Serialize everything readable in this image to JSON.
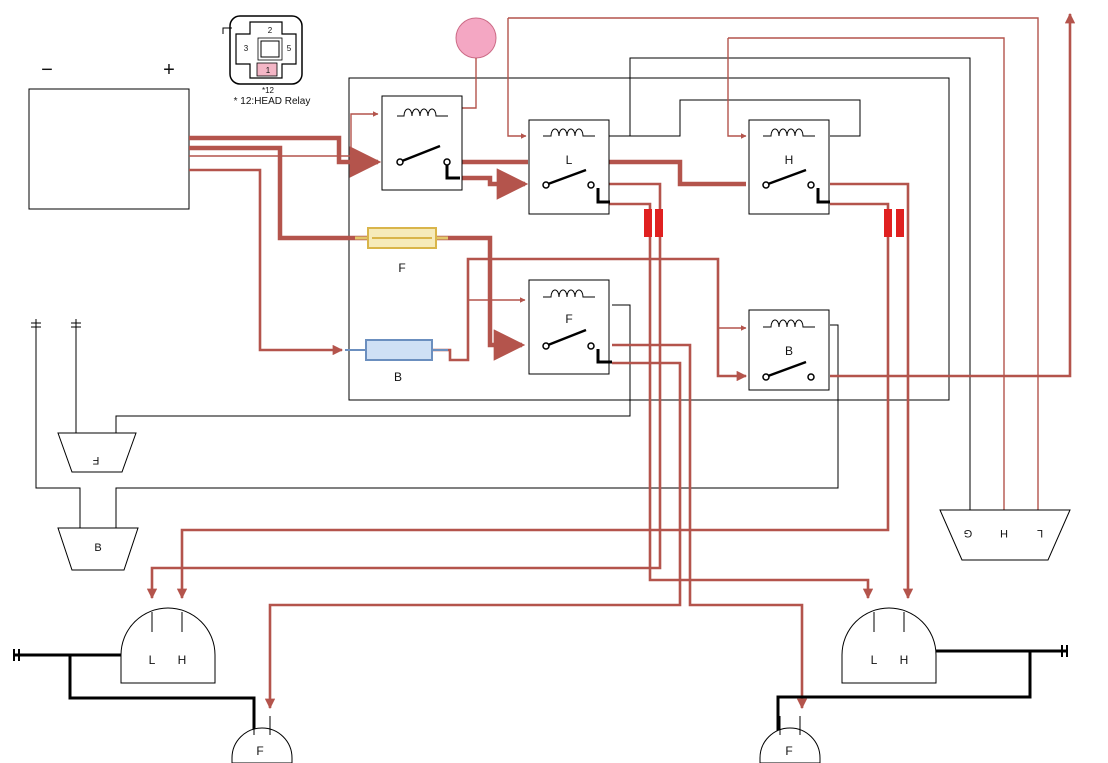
{
  "battery": {
    "minus": "−",
    "plus": "+"
  },
  "relay_connector": {
    "pins": [
      "2",
      "3",
      "5",
      "1"
    ],
    "ref": "*12",
    "caption": "* 12:HEAD Relay"
  },
  "relays": {
    "low_beam": "L",
    "high_beam": "H",
    "fog": "F",
    "back": "B"
  },
  "fuses": {
    "fog": "F",
    "back": "B"
  },
  "switch_unit": {
    "g": "G",
    "h": "H",
    "l": "L"
  },
  "lamps": {
    "fog_switch": "F",
    "back_switch": "B",
    "left_head_low": "L",
    "left_head_high": "H",
    "right_head_low": "L",
    "right_head_high": "H",
    "left_fog": "F",
    "right_fog": "F"
  },
  "colors": {
    "wire_power": "#b4544c",
    "wire_ground": "#000000",
    "fuse_fog": "#e2c76a",
    "fuse_back": "#a9c4e6",
    "connector_red": "#e02020",
    "indicator": "#f4a7c3"
  }
}
